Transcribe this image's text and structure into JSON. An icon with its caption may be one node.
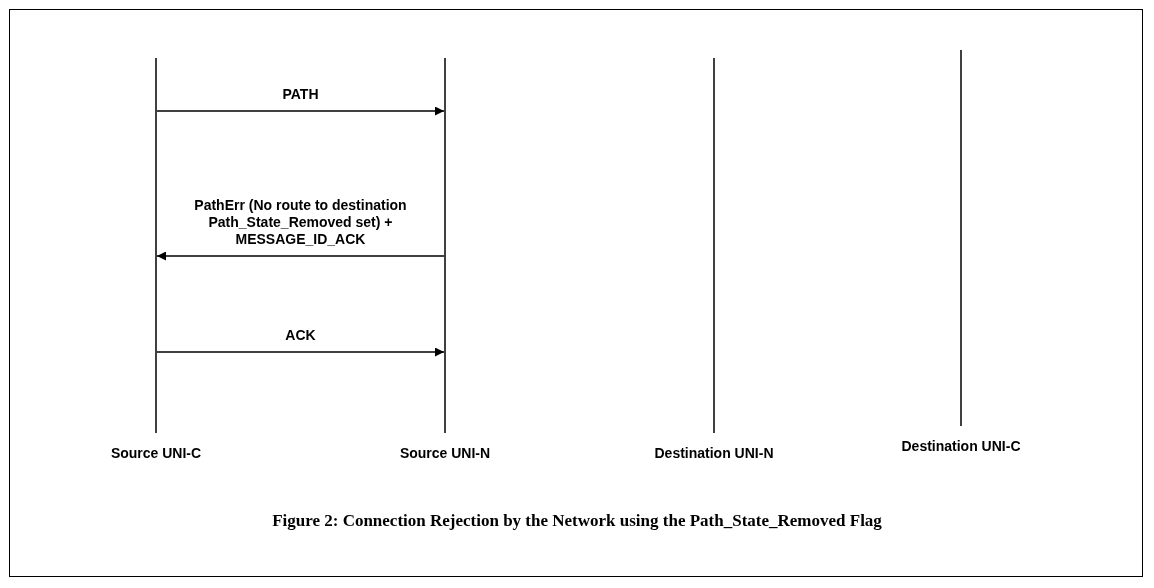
{
  "diagram": {
    "caption": "Figure 2: Connection Rejection by the Network using the Path_State_Removed Flag",
    "nodes": [
      {
        "text": [
          "Source UNI-C"
        ]
      },
      {
        "text": [
          "Source UNI-N"
        ]
      },
      {
        "text": [
          "Destination UNI-N"
        ]
      },
      {
        "text": [
          "Destination UNI-C"
        ]
      }
    ],
    "edges": [
      {
        "from": 0,
        "to": 1,
        "arrow": "to",
        "label": "PATH"
      },
      {
        "from": 1,
        "to": 0,
        "arrow": "to",
        "label": "PathErr (No route to destination Path_State_Removed set) + MESSAGE_ID_ACK"
      },
      {
        "from": 0,
        "to": 1,
        "arrow": "to",
        "label": "ACK"
      }
    ]
  }
}
